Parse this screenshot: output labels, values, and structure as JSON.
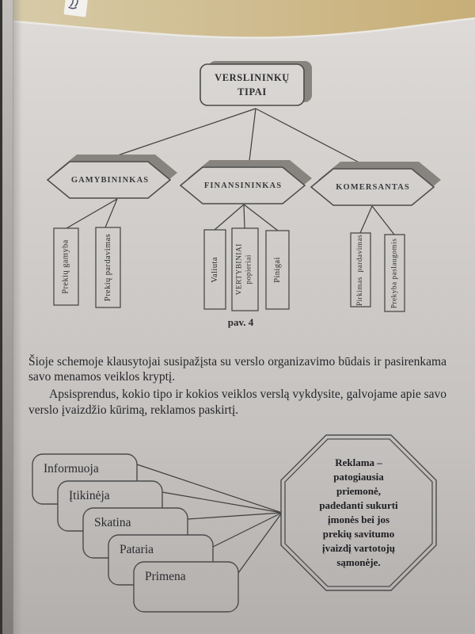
{
  "figure": {
    "caption": "pav. 4",
    "root": "VERSLININKŲ TIPAI",
    "branches": [
      {
        "label": "GAMYBININKAS",
        "items": [
          "Prekių gamyba",
          "Prekių pardavimas"
        ]
      },
      {
        "label": "FINANSININKAS",
        "items": [
          "Valiuta",
          "VERTYBINIAI popieriai",
          "Pinigai"
        ]
      },
      {
        "label": "KOMERSANTAS",
        "items": [
          "Pirkimas  pardavimas",
          "Prekyba paslaugomis"
        ]
      }
    ]
  },
  "text": {
    "paragraph1": "Šioje schemoje  klausytojai susipažįsta su verslo organizavimo būdais ir pasirenkama savo menamos veiklos kryptį.",
    "paragraph2": "Apsisprendus, kokio tipo ir kokios veiklos  verslą vykdysite, galvojame apie savo verslo įvaizdžio kūrimą, reklamos paskirtį."
  },
  "reklama": {
    "cards": [
      "Informuoja",
      "Įtikinėja",
      "Skatina",
      "Pataria",
      "Primena"
    ],
    "octagon_lines": [
      "Reklama –",
      "patogiausia",
      "priemonė,",
      "padedanti sukurti",
      "įmonės bei jos",
      "prekių savitumo",
      "įvaizdį vartotojų",
      "sąmonėje."
    ]
  },
  "colors": {
    "page": "#d0cdca",
    "desk": "#cdb88c",
    "line": "#3f3f3f",
    "shadow": "#87847f"
  }
}
